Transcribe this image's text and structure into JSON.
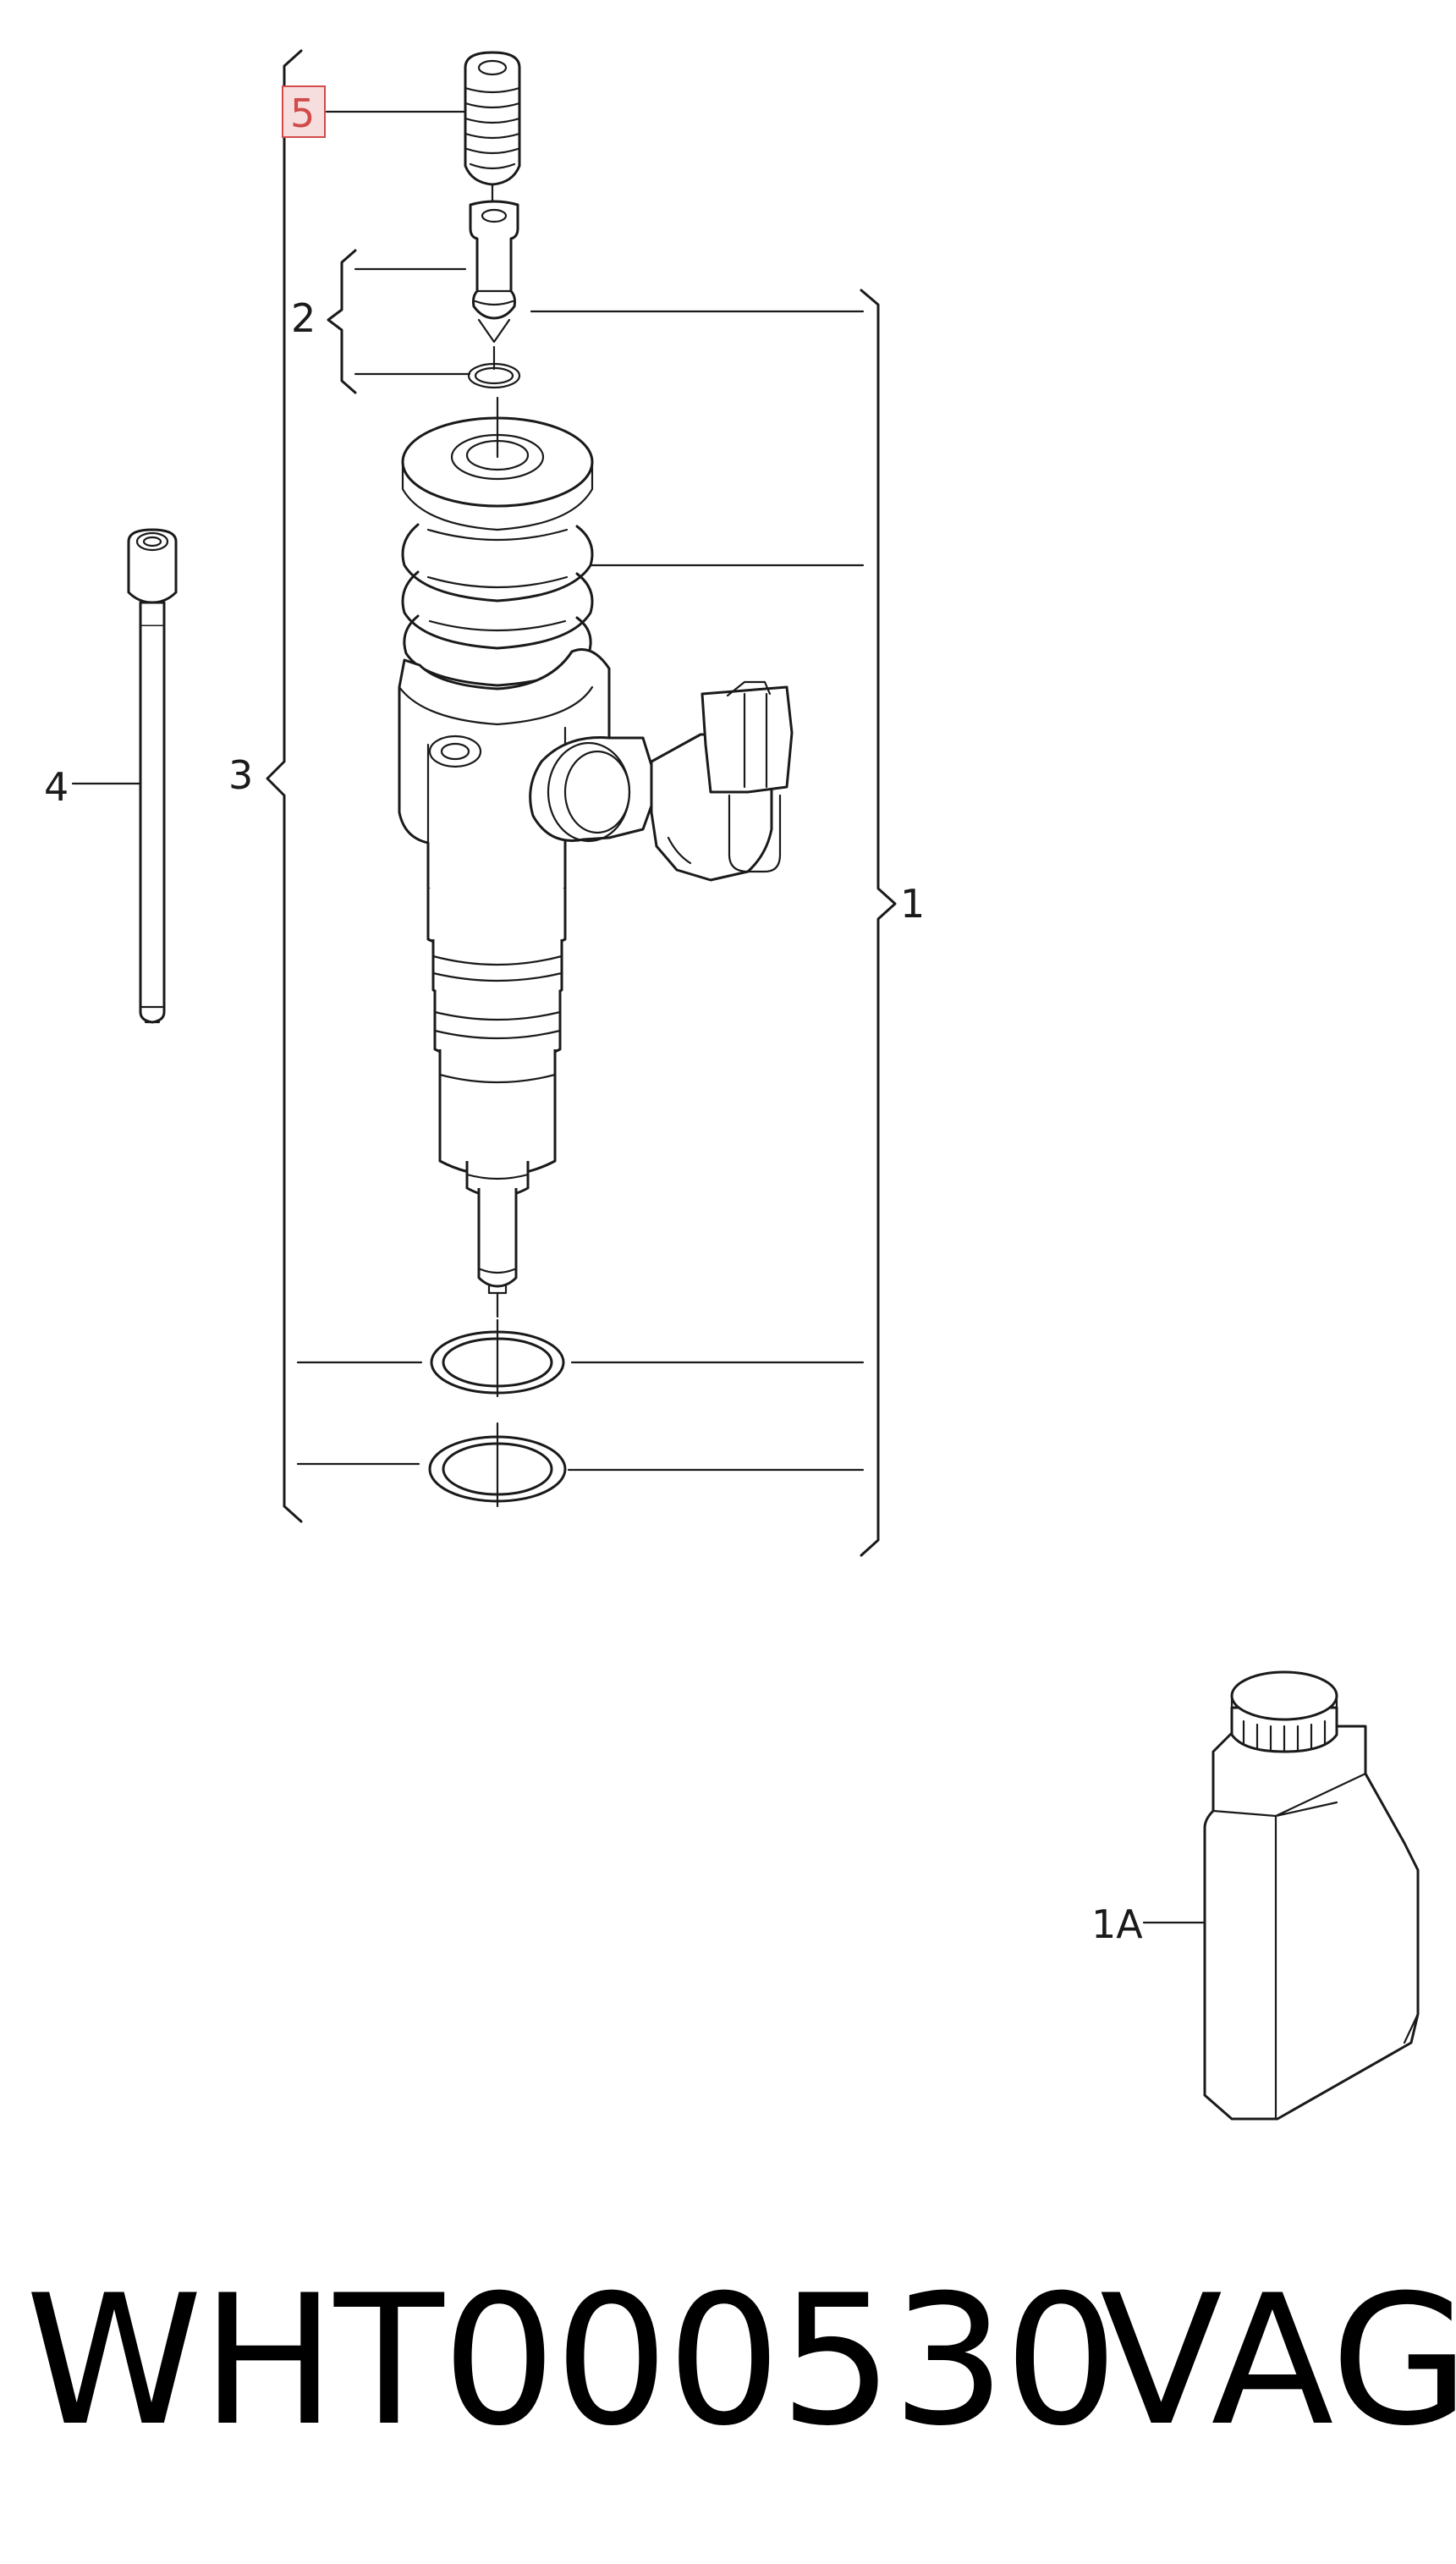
{
  "callouts": {
    "item_1": "1",
    "item_1a": "1A",
    "item_2": "2",
    "item_3": "3",
    "item_4": "4",
    "item_5": "5"
  },
  "caption": {
    "part_number": "WHT000530",
    "brand": "VAG"
  },
  "colors": {
    "line": "#1a1a1a",
    "highlight": "#d24a4a",
    "highlight_fill": "#f7dede"
  }
}
